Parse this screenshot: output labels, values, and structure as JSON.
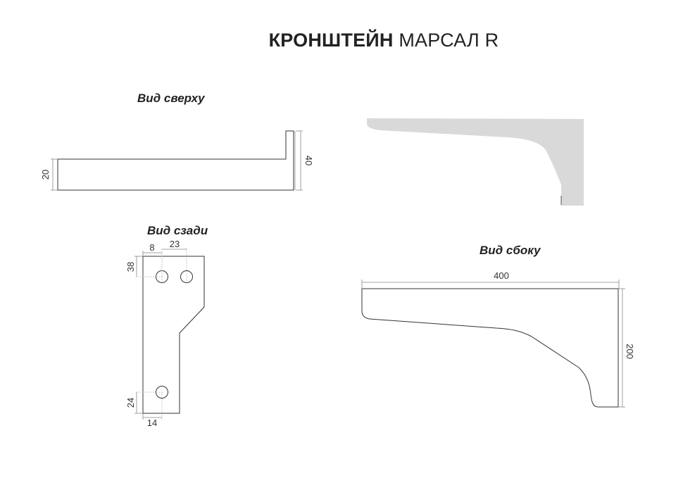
{
  "title": {
    "bold_part": "КРОНШТЕЙН",
    "regular_part": "МАРСАЛ  R"
  },
  "views": {
    "top": {
      "label": "Вид сверху",
      "dim_height_left": "20",
      "dim_height_right": "40"
    },
    "back": {
      "label": "Вид сзади",
      "dim_hole_offset_x": "8",
      "dim_hole_spacing": "23",
      "dim_hole_offset_top": "38",
      "dim_hole_offset_bottom": "24",
      "dim_bottom_hole_x": "14"
    },
    "side": {
      "label": "Вид сбоку",
      "dim_length": "400",
      "dim_height": "200"
    },
    "render": {
      "fill_color": "#d9d9d9"
    }
  },
  "colors": {
    "line": "#333333",
    "dim_line": "#888888",
    "background": "#ffffff"
  }
}
